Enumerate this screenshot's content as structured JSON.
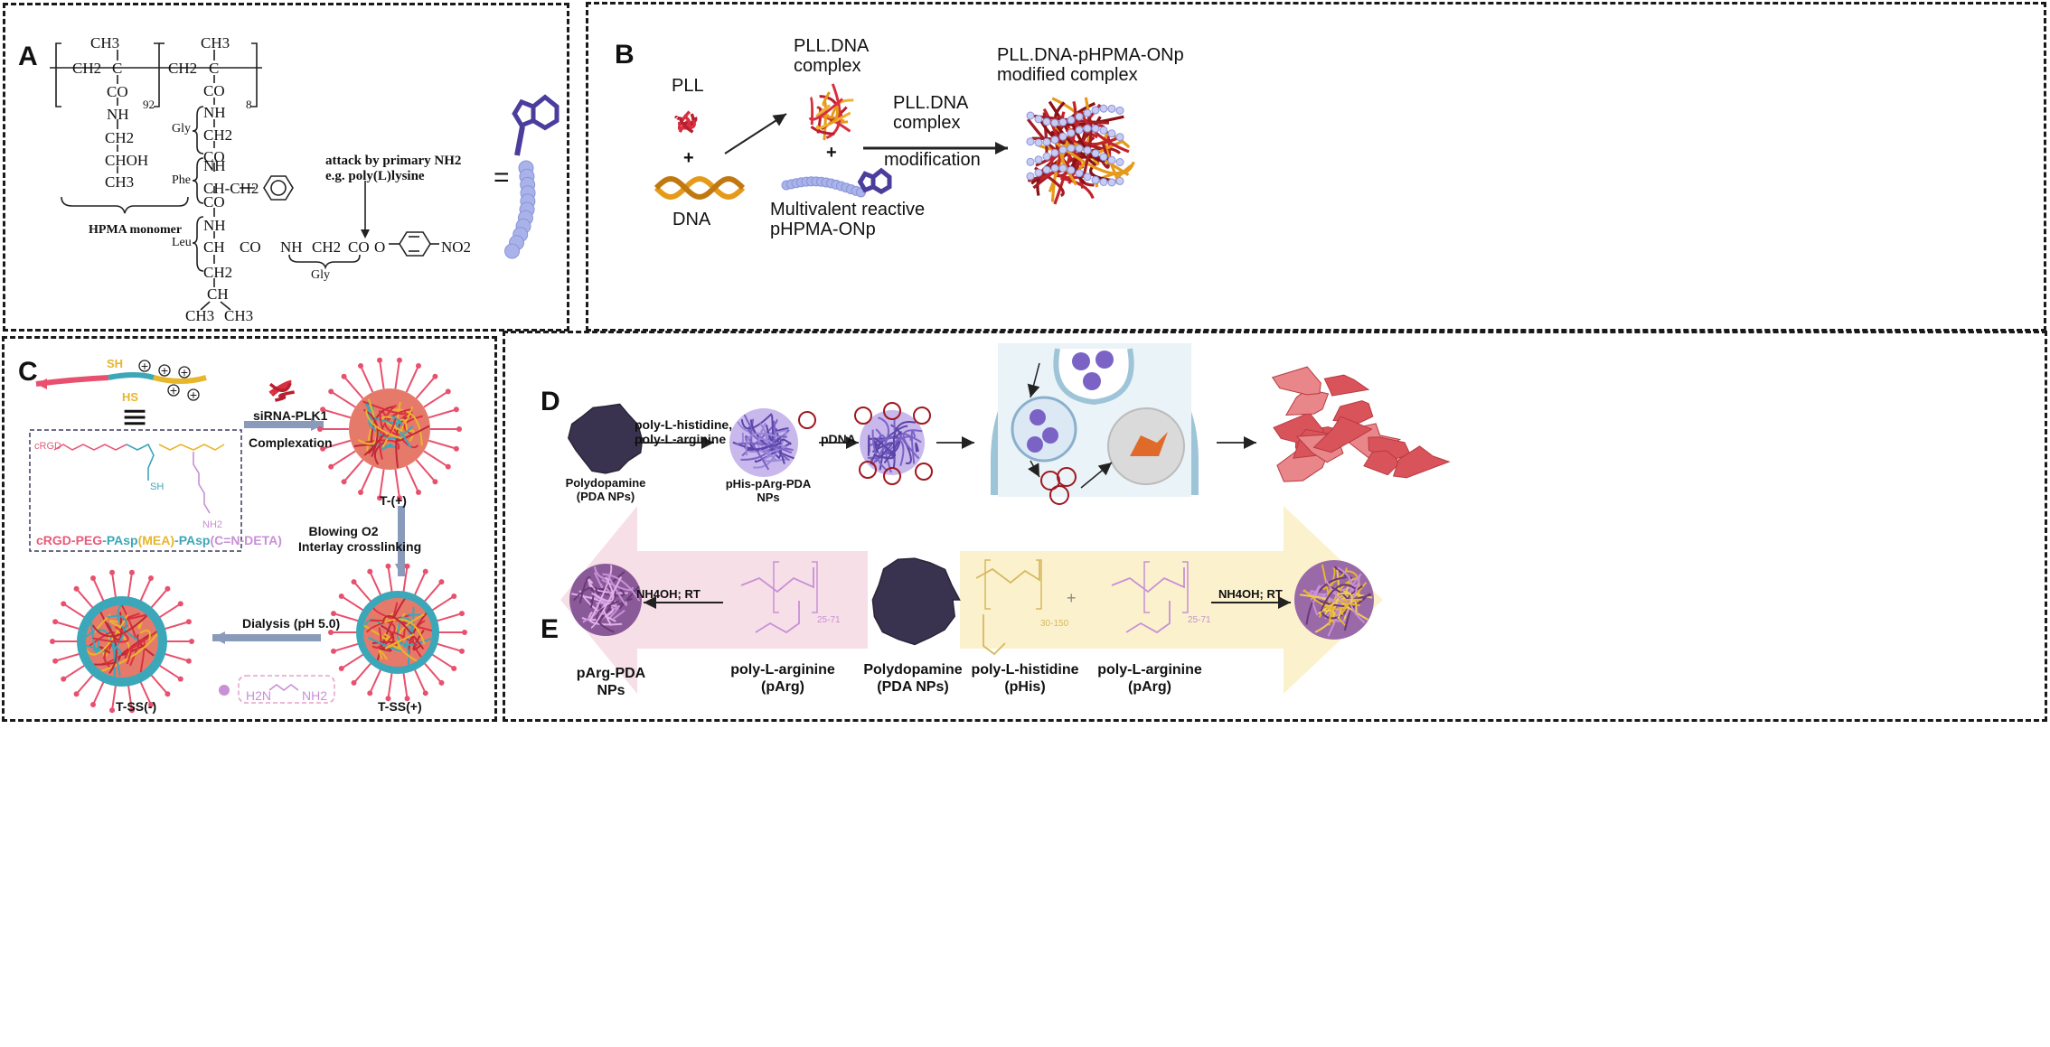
{
  "panels": {
    "A": {
      "label": "A",
      "struct": {
        "ch3_1": "CH3",
        "ch2_1": "CH2",
        "c_1": "C",
        "co_1": "CO",
        "nh_1": "NH",
        "sub92": "92",
        "ch2_2": "CH2",
        "choh": "CHOH",
        "ch3_2": "CH3",
        "ch3_3": "CH3",
        "ch2_3": "CH2",
        "c_2": "C",
        "co_2": "CO",
        "sub8": "8",
        "gly_1": "Gly",
        "nh_2": "NH",
        "ch2_4": "CH2",
        "co_3": "CO",
        "phe": "Phe",
        "nh_3": "NH",
        "ch_phe": "CH-CH2",
        "co_4": "CO",
        "leu": "Leu",
        "nh_4": "NH",
        "ch_leu": "CH",
        "co_5": "CO",
        "nh_5": "NH",
        "ch2_5": "CH2",
        "co_6": "CO",
        "o": "O",
        "no2": "NO2",
        "gly_2": "Gly",
        "ch2_6": "CH2",
        "ch_bottom": "CH",
        "ch3_4": "CH3",
        "ch3_5": "CH3"
      },
      "monomer_label": "HPMA monomer",
      "attack_line1": "attack by primary NH2",
      "attack_line2": "e.g. poly(L)lysine",
      "equals": "="
    },
    "B": {
      "label": "B",
      "pll": "PLL",
      "plus1": "+",
      "dna": "DNA",
      "complex_top_line1": "PLL.DNA",
      "complex_top_line2": "complex",
      "plus2": "+",
      "reactive_line1": "Multivalent reactive",
      "reactive_line2": "pHPMA-ONp",
      "complex_mid_line1": "PLL.DNA",
      "complex_mid_line2": "complex",
      "modification": "modification",
      "modified_line1": "PLL.DNA-pHPMA-ONp",
      "modified_line2": "modified complex"
    },
    "C": {
      "label": "C",
      "equiv": "|||",
      "sirna": "siRNA-PLK1",
      "complexation": "Complexation",
      "t_plus": "T-(+)",
      "blowing": "Blowing O2",
      "interlay": "Interlay crosslinking",
      "dialysis": "Dialysis (pH 5.0)",
      "t_ss_plus": "T-SS(+)",
      "t_ss_minus": "T-SS(-)",
      "polymer_parts": [
        "cRGD",
        "-",
        "PEG",
        "-",
        "PAsp",
        "(MEA)",
        "-",
        "PAsp",
        "(C=N-DETA)"
      ],
      "chem_crgd": "cRGD",
      "chem_sh": "SH",
      "chem_nh2": "NH2",
      "chem_sh_top": "SH",
      "chem_hs": "HS",
      "deta_h2n": "H2N",
      "deta_nh2": "NH2"
    },
    "D": {
      "label": "D",
      "reaction_line1": "poly-L-histidine,",
      "reaction_line2": "poly-L-arginine",
      "pda_line1": "Polydopamine",
      "pda_line2": "(PDA NPs)",
      "phis_line1": "pHis-pArg-PDA",
      "phis_line2": "NPs",
      "pdna": "pDNA"
    },
    "E": {
      "label": "E",
      "nh4oh_left": "NH4OH; RT",
      "nh4oh_right": "NH4OH; RT",
      "parg_pda_line1": "pArg-PDA",
      "parg_pda_line2": "NPs",
      "parg_left_line1": "poly-L-arginine",
      "parg_left_line2": "(pArg)",
      "pda_line1": "Polydopamine",
      "pda_line2": "(PDA NPs)",
      "phis_line1": "poly-L-histidine",
      "phis_line2": "(pHis)",
      "parg_right_line1": "poly-L-arginine",
      "parg_right_line2": "(pArg)",
      "sub_left": "25-71",
      "sub_his": "30-150",
      "sub_right": "25-71",
      "plus": "+"
    }
  },
  "colors": {
    "border": "#1a1a1a",
    "pll_red": "#d93040",
    "dna_orange": "#e69a1a",
    "polymer_blue": "#a9b3ea",
    "polymer_dark": "#4a3d9c",
    "pda_dark": "#3a3350",
    "np_purple": "#7b63c6",
    "cell_red": "#d9545a",
    "pink_label": "#e85a7a",
    "teal_label": "#3ba7b8",
    "yellow_label": "#e8b62a",
    "lilac_label": "#c890d6"
  }
}
